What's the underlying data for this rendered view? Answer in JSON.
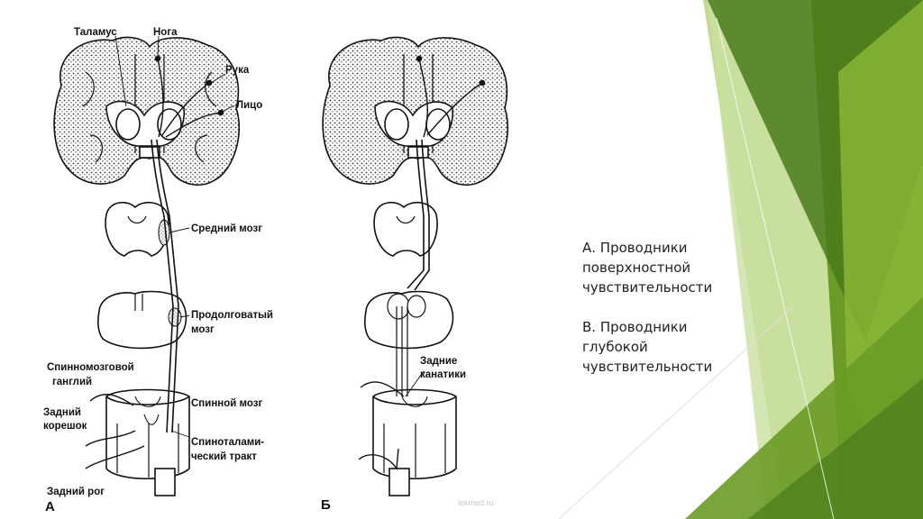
{
  "labels": {
    "thalamus": "Таламус",
    "leg": "Нога",
    "arm": "Рука",
    "face": "Лицо",
    "midbrain": "Средний мозг",
    "medulla_line1": "Продолговатый",
    "medulla_line2": "мозг",
    "ganglion_line1": "Спинномозговой",
    "ganglion_line2": "ганглий",
    "root_line1": "Задний",
    "root_line2": "корешок",
    "spinal_cord": "Спинной мозг",
    "tract_line1": "Спиноталами-",
    "tract_line2": "ческий тракт",
    "posterior_horn": "Задний рог",
    "columns_line1": "Задние",
    "columns_line2": "канатики"
  },
  "panels": {
    "a": "А",
    "b": "Б"
  },
  "caption": {
    "a_line1": "А. Проводники",
    "a_line2": "поверхностной",
    "a_line3": "чувствительности",
    "b_line1": "В. Проводники",
    "b_line2": "глубокой",
    "b_line3": "чувствительности"
  },
  "watermark": "lekmed.ru",
  "colors": {
    "green_dark": "#4a7a1c",
    "green_mid": "#6a9b26",
    "green_light": "#8fbc3a",
    "green_pale": "#c9e0a0"
  }
}
